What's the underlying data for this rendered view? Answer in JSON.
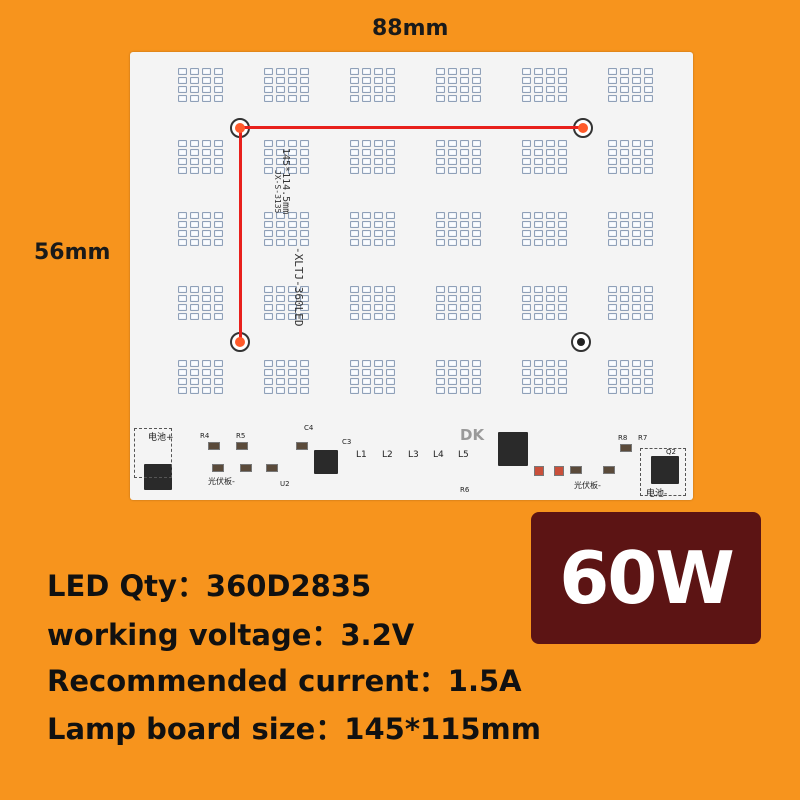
{
  "dimensions": {
    "width_label": "88mm",
    "height_label": "56mm"
  },
  "board": {
    "silkscreen_model": "-XLTJ-360LED",
    "silkscreen_size": "145*114.5mm",
    "silkscreen_code": "JX-S-3135",
    "labels": {
      "battery_left": "电池+",
      "battery_right": "电池-",
      "solar_left": "光伏板-",
      "solar_right": "光伏板-",
      "l1": "L1",
      "l2": "L2",
      "l3": "L3",
      "l4": "L4",
      "l5": "L5",
      "r8": "R8",
      "r7": "R7",
      "r5": "R5",
      "r4": "R4",
      "c4": "C4",
      "c3": "C3",
      "q2": "Q2",
      "r6": "R6",
      "u2": "U2"
    },
    "watermark": "DK"
  },
  "badge": {
    "wattage": "60W"
  },
  "specs": [
    {
      "label": "LED Qty：",
      "value": "360D2835"
    },
    {
      "label": "working voltage：",
      "value": "3.2V"
    },
    {
      "label": "Recommended current：",
      "value": "1.5A"
    },
    {
      "label": "Lamp board size：",
      "value": "145*115mm"
    }
  ],
  "colors": {
    "background": "#F7941D",
    "badge": "#5C1414",
    "measure_line": "#E8201C"
  }
}
